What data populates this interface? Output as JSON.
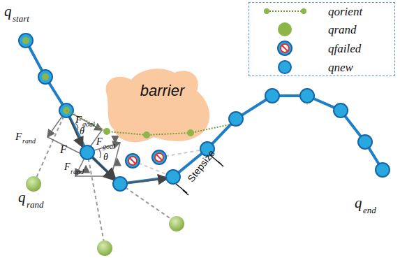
{
  "diagram": {
    "nodes": [
      {
        "text": [
          "barrier"
        ]
      }
    ],
    "edges": [],
    "labels": [
      "q",
      "start",
      "q",
      "rand",
      "q",
      "end",
      "F",
      "goal",
      "F",
      "rand",
      "F",
      "θ",
      "F",
      "goal",
      "F",
      "rand",
      "θ",
      "Stepsize"
    ],
    "legend": [
      {
        "text": "qorient"
      },
      {
        "text": "qrand",
        "color": "#8db54a"
      },
      {
        "text": "qfailed"
      },
      {
        "text": "qnew",
        "color": "#29a8e0"
      }
    ]
  }
}
